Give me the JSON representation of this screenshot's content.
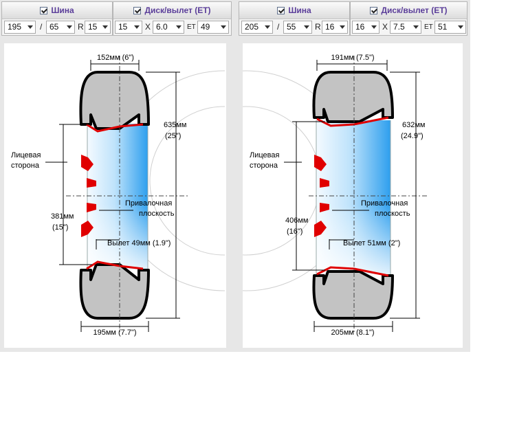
{
  "panels": [
    {
      "tire": {
        "title": "Шина",
        "width": "195",
        "profile": "65",
        "r_label": "R",
        "diameter": "15"
      },
      "wheel": {
        "title": "Диск/вылет (ET)",
        "diameter": "15",
        "x_label": "X",
        "rim_width": "6.0",
        "et_label": "ET",
        "et": "49"
      },
      "diagram": {
        "top_width": "152мм (6\")",
        "height_mm": "635мм",
        "height_in": "(25\")",
        "face_label_1": "Лицевая",
        "face_label_2": "сторона",
        "mount_label_1": "Привалочная",
        "mount_label_2": "плоскость",
        "rim_mm": "381мм",
        "rim_in": "(15\")",
        "offset": "Вылет 49мм (1.9\")",
        "bottom_width": "195мм (7.7\")"
      }
    },
    {
      "tire": {
        "title": "Шина",
        "width": "205",
        "profile": "55",
        "r_label": "R",
        "diameter": "16"
      },
      "wheel": {
        "title": "Диск/вылет (ET)",
        "diameter": "16",
        "x_label": "X",
        "rim_width": "7.5",
        "et_label": "ET",
        "et": "51"
      },
      "diagram": {
        "top_width": "191мм (7.5\")",
        "height_mm": "632мм",
        "height_in": "(24.9\")",
        "face_label_1": "Лицевая",
        "face_label_2": "сторона",
        "mount_label_1": "Привалочная",
        "mount_label_2": "плоскость",
        "rim_mm": "406мм",
        "rim_in": "(16\")",
        "offset": "Вылет 51мм (2\")",
        "bottom_width": "205мм (8.1\")"
      }
    }
  ],
  "colors": {
    "title_text": "#5a3d99",
    "tire": "#c3c3c3",
    "tire_outline": "#000000",
    "rim": "#e00000",
    "wheel_light": "#f2f9ff",
    "wheel_blue": "#39a7f0"
  }
}
